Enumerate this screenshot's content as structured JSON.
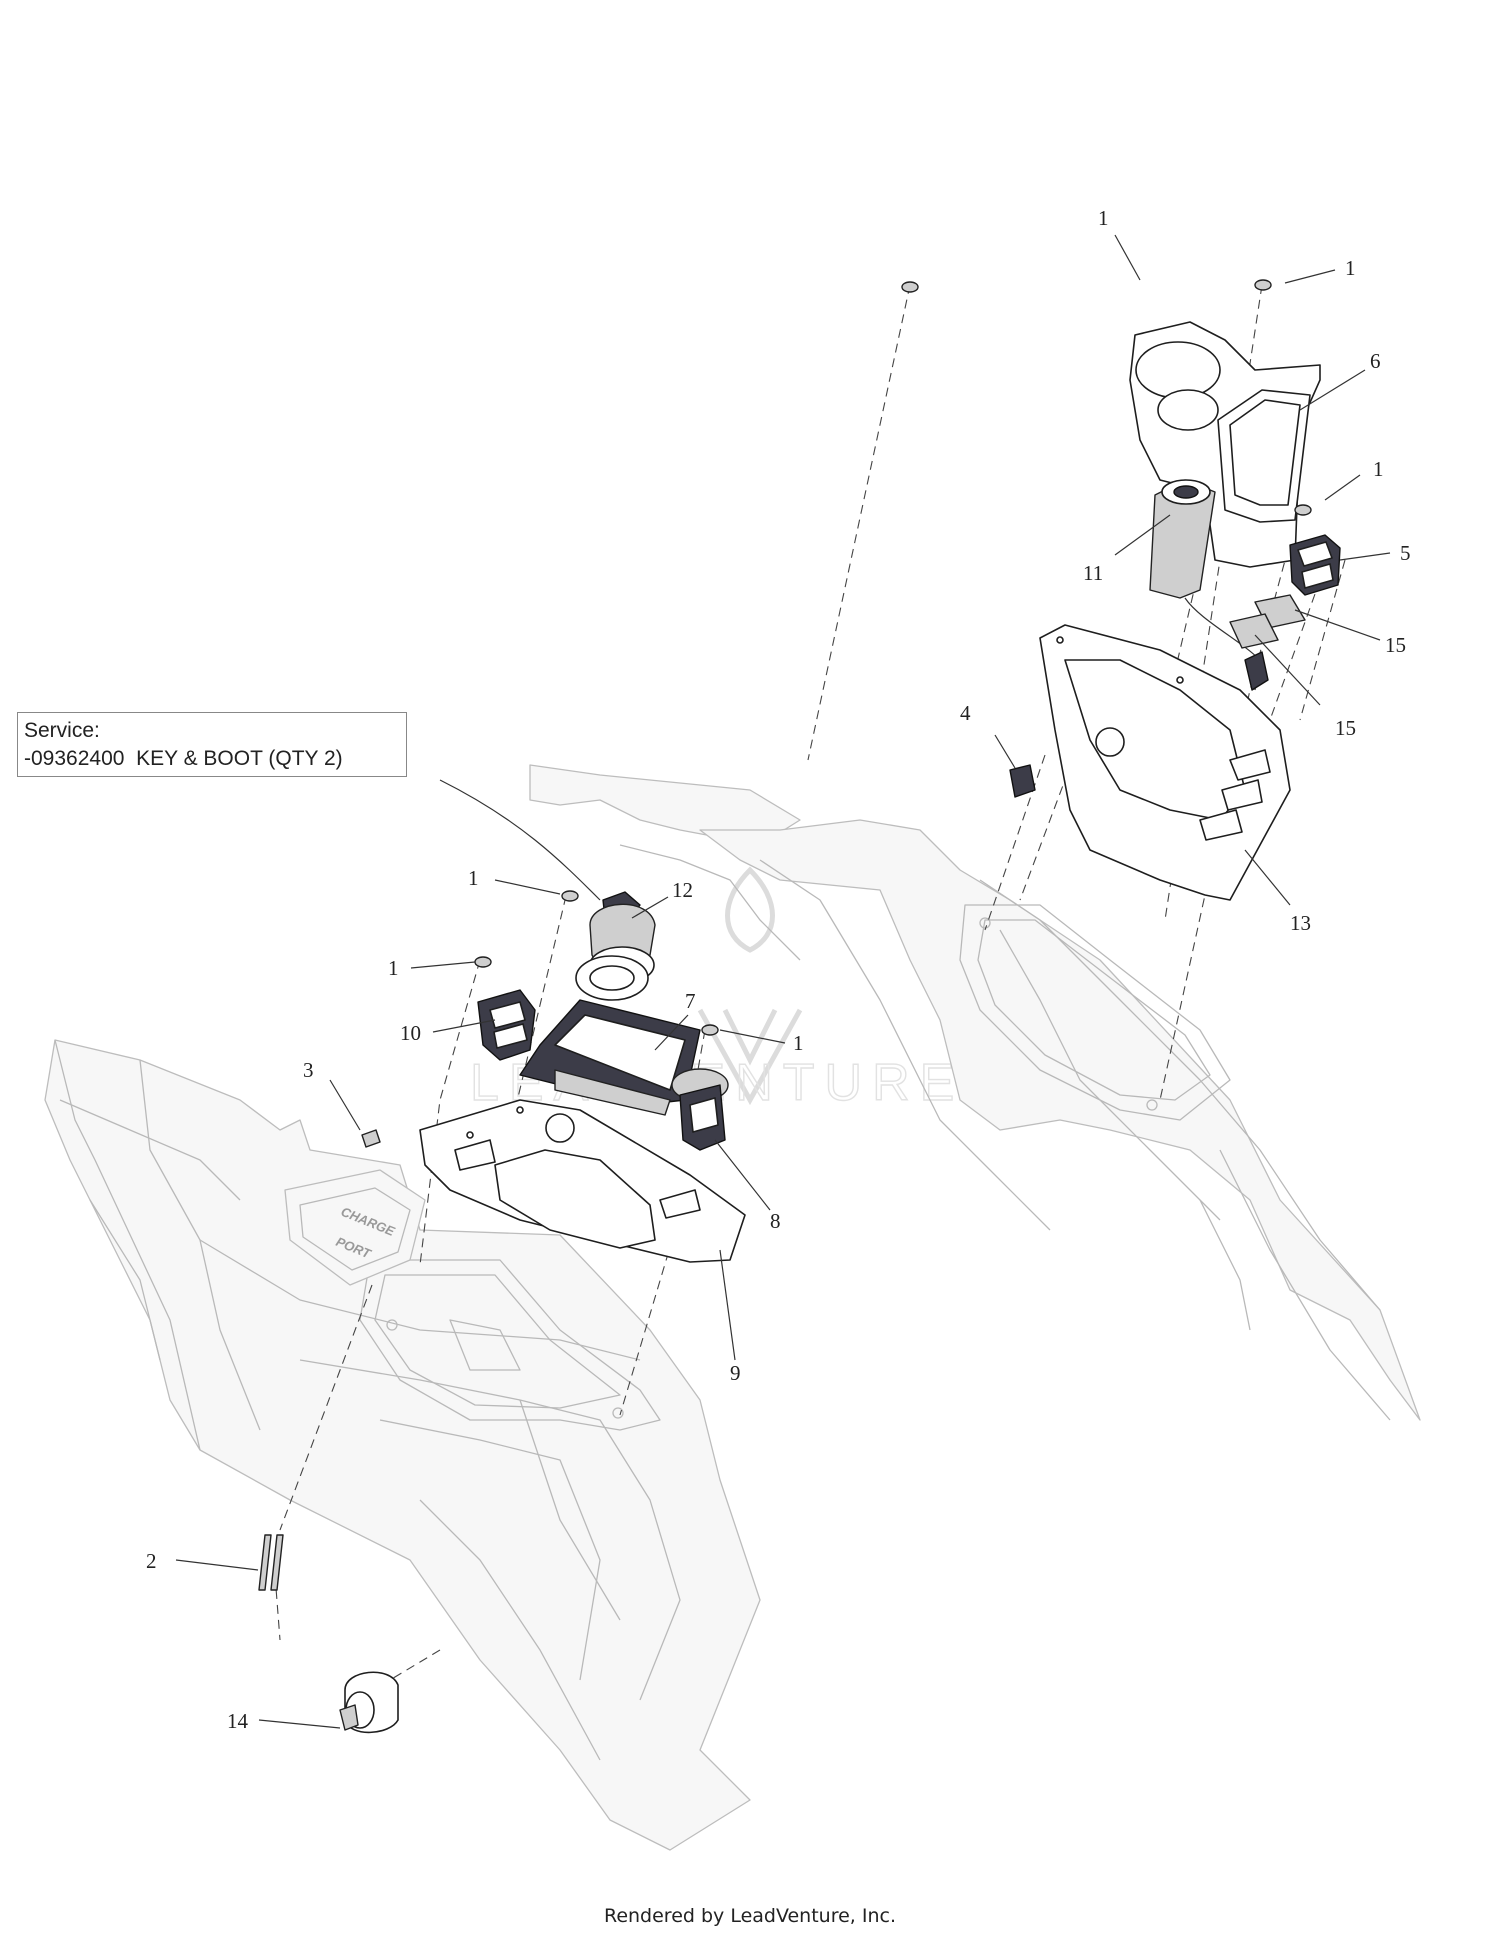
{
  "service_note": {
    "heading": "Service:",
    "line": "-09362400  KEY & BOOT (QTY 2)"
  },
  "callouts": {
    "c1a": "1",
    "c1b": "1",
    "c1c": "1",
    "c1d": "1",
    "c1e": "1",
    "c1f": "1",
    "c2": "2",
    "c3": "3",
    "c4": "4",
    "c5": "5",
    "c6": "6",
    "c7": "7",
    "c8": "8",
    "c9": "9",
    "c10": "10",
    "c11": "11",
    "c12": "12",
    "c13": "13",
    "c14": "14",
    "c15a": "15",
    "c15b": "15"
  },
  "decal": {
    "line1": "CHARGE",
    "line2": "PORT"
  },
  "watermark": "LEADVENTURE",
  "footer": "Rendered by LeadVenture, Inc."
}
